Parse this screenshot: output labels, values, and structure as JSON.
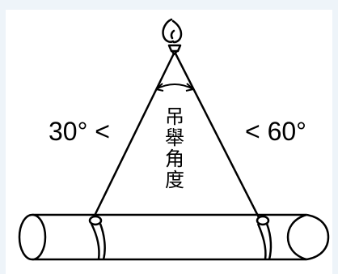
{
  "diagram": {
    "left_label": "30° <",
    "right_label": "< 60°",
    "angle_label": [
      "吊",
      "舉",
      "角",
      "度"
    ]
  },
  "colors": {
    "background": "#eef4f9",
    "panel": "#ffffff",
    "stroke": "#000000"
  },
  "icons": {
    "hook": "crane-hook-icon",
    "pipe": "cylinder-pipe"
  }
}
